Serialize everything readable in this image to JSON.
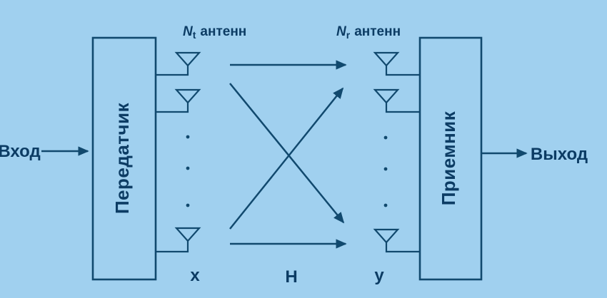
{
  "colors": {
    "background": "#a0d0ef",
    "line": "#11496e",
    "text": "#0c3c64"
  },
  "diagram": {
    "title_semantic": "MIMO system block diagram",
    "input_label": "Вход",
    "output_label": "Выход",
    "transmitter_label": "Передатчик",
    "receiver_label": "Приемник",
    "tx_antenna_count_label": {
      "symbol": "N",
      "subscript": "t",
      "suffix": "антенн"
    },
    "rx_antenna_count_label": {
      "symbol": "N",
      "subscript": "r",
      "suffix": "антенн"
    },
    "signal_labels": {
      "transmit_vector": "x",
      "channel_matrix": "H",
      "receive_vector": "y"
    }
  }
}
